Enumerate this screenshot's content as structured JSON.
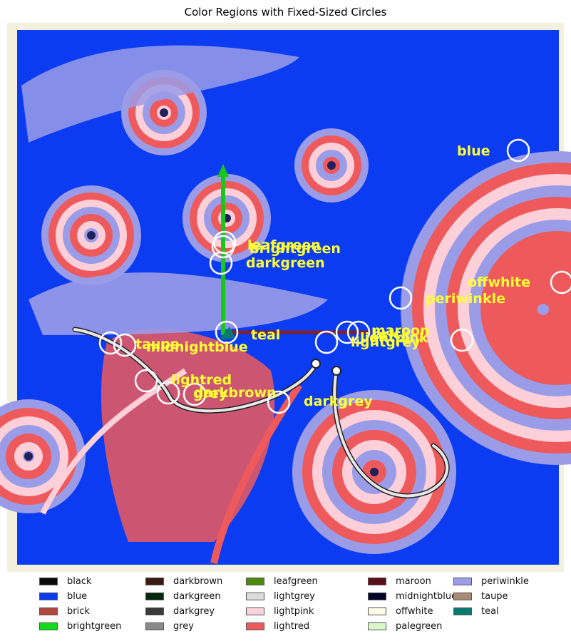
{
  "title": "Color Regions with Fixed-Sized Circles",
  "colors": {
    "frame": "#f3f1de",
    "blue": "#0b3cf2",
    "periwinkle": "#9b9ce8",
    "lightred": "#ee5a5c",
    "lightpink": "#fccfd9",
    "offwhite": "#fcfbe8",
    "label_yellow": "#ffff33",
    "circle_white": "#ffffff",
    "arrow_green": "#19c71a",
    "rod_maroon": "#7a2230"
  },
  "circle_labels": [
    {
      "text": "blue"
    },
    {
      "text": "leafgreen"
    },
    {
      "text": "brightgreen"
    },
    {
      "text": "darkgreen"
    },
    {
      "text": "offwhite"
    },
    {
      "text": "periwinkle"
    },
    {
      "text": "teal"
    },
    {
      "text": "taupe"
    },
    {
      "text": "midnightblue"
    },
    {
      "text": "brick"
    },
    {
      "text": "maroon"
    },
    {
      "text": "lightgrey"
    },
    {
      "text": "lightpink"
    },
    {
      "text": "lightred"
    },
    {
      "text": "grey"
    },
    {
      "text": "darkbrown"
    },
    {
      "text": "darkgrey"
    }
  ],
  "legend": [
    {
      "label": "black",
      "color": "#0a0a0a"
    },
    {
      "label": "blue",
      "color": "#0b3cf2"
    },
    {
      "label": "brick",
      "color": "#b04a40"
    },
    {
      "label": "brightgreen",
      "color": "#0fdd1a"
    },
    {
      "label": "darkbrown",
      "color": "#3a1a12"
    },
    {
      "label": "darkgreen",
      "color": "#04290b"
    },
    {
      "label": "darkgrey",
      "color": "#3a3a3a"
    },
    {
      "label": "grey",
      "color": "#8a8a8a"
    },
    {
      "label": "leafgreen",
      "color": "#4c8a10"
    },
    {
      "label": "lightgrey",
      "color": "#dcdcdc"
    },
    {
      "label": "lightpink",
      "color": "#fcd2dc"
    },
    {
      "label": "lightred",
      "color": "#ec5a5c"
    },
    {
      "label": "maroon",
      "color": "#5a0e1c"
    },
    {
      "label": "midnightblue",
      "color": "#05052a"
    },
    {
      "label": "offwhite",
      "color": "#fbfae6"
    },
    {
      "label": "palegreen",
      "color": "#d8f8cc"
    },
    {
      "label": "periwinkle",
      "color": "#9b9de8"
    },
    {
      "label": "taupe",
      "color": "#a88c76"
    },
    {
      "label": "teal",
      "color": "#0a7a6e"
    }
  ]
}
